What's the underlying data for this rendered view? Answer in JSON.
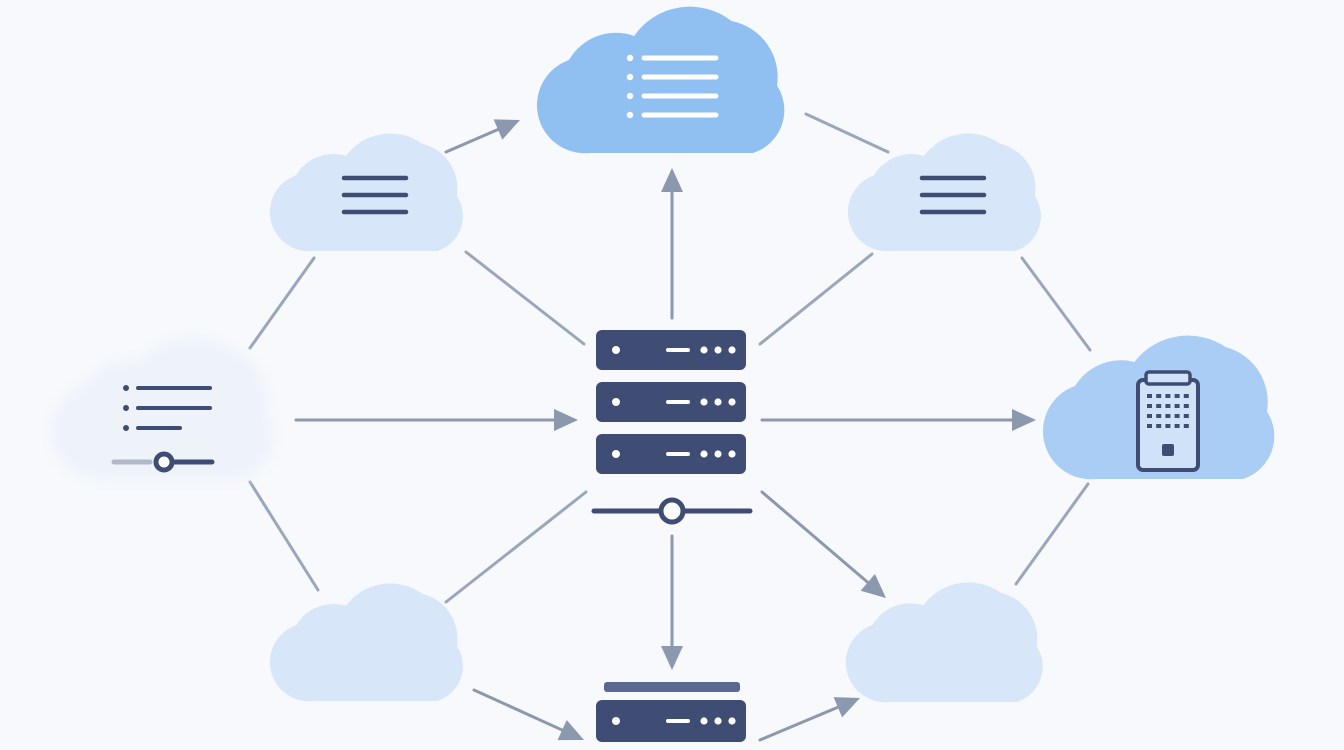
{
  "diagram": {
    "colors": {
      "background": "#f7f9fc",
      "cloud_light": "#d7e6f8",
      "cloud_medium": "#a9cdf4",
      "cloud_strong": "#8fc0f1",
      "cloud_faint": "#eef3fa",
      "server": "#3f4c74",
      "server_led": "#ffffff",
      "connector": "#9aa7bb",
      "arrow": "#8b98ad"
    },
    "nodes": [
      {
        "id": "cloud-top",
        "kind": "cloud",
        "icon": "list-icon"
      },
      {
        "id": "cloud-upper-left",
        "kind": "cloud",
        "icon": "menu-lines-icon"
      },
      {
        "id": "cloud-upper-right",
        "kind": "cloud",
        "icon": "menu-lines-icon"
      },
      {
        "id": "cloud-left",
        "kind": "cloud",
        "icon": "list-slider-icon"
      },
      {
        "id": "cloud-right",
        "kind": "cloud",
        "icon": "building-icon"
      },
      {
        "id": "cloud-lower-left",
        "kind": "cloud",
        "icon": ""
      },
      {
        "id": "cloud-lower-right",
        "kind": "cloud",
        "icon": ""
      },
      {
        "id": "central-server",
        "kind": "server-stack",
        "icon": "server-rack-icon"
      },
      {
        "id": "bottom-server",
        "kind": "server",
        "icon": "server-icon"
      }
    ],
    "edges": [
      {
        "from": "cloud-upper-left",
        "to": "cloud-top",
        "arrow": true
      },
      {
        "from": "central-server",
        "to": "cloud-top",
        "arrow": true
      },
      {
        "from": "cloud-top",
        "to": "cloud-upper-right",
        "arrow": false
      },
      {
        "from": "cloud-upper-left",
        "to": "central-server",
        "arrow": false
      },
      {
        "from": "cloud-upper-right",
        "to": "central-server",
        "arrow": false
      },
      {
        "from": "cloud-upper-left",
        "to": "cloud-left",
        "arrow": false
      },
      {
        "from": "cloud-upper-right",
        "to": "cloud-right",
        "arrow": false
      },
      {
        "from": "cloud-left",
        "to": "central-server",
        "arrow": true
      },
      {
        "from": "central-server",
        "to": "cloud-right",
        "arrow": true
      },
      {
        "from": "cloud-left",
        "to": "cloud-lower-left",
        "arrow": false
      },
      {
        "from": "cloud-right",
        "to": "cloud-lower-right",
        "arrow": false
      },
      {
        "from": "central-server",
        "to": "cloud-lower-left",
        "arrow": false
      },
      {
        "from": "central-server",
        "to": "cloud-lower-right",
        "arrow": true
      },
      {
        "from": "central-server",
        "to": "bottom-server",
        "arrow": true
      },
      {
        "from": "cloud-lower-left",
        "to": "bottom-server",
        "arrow": true
      },
      {
        "from": "bottom-server",
        "to": "cloud-lower-right",
        "arrow": true
      }
    ]
  }
}
